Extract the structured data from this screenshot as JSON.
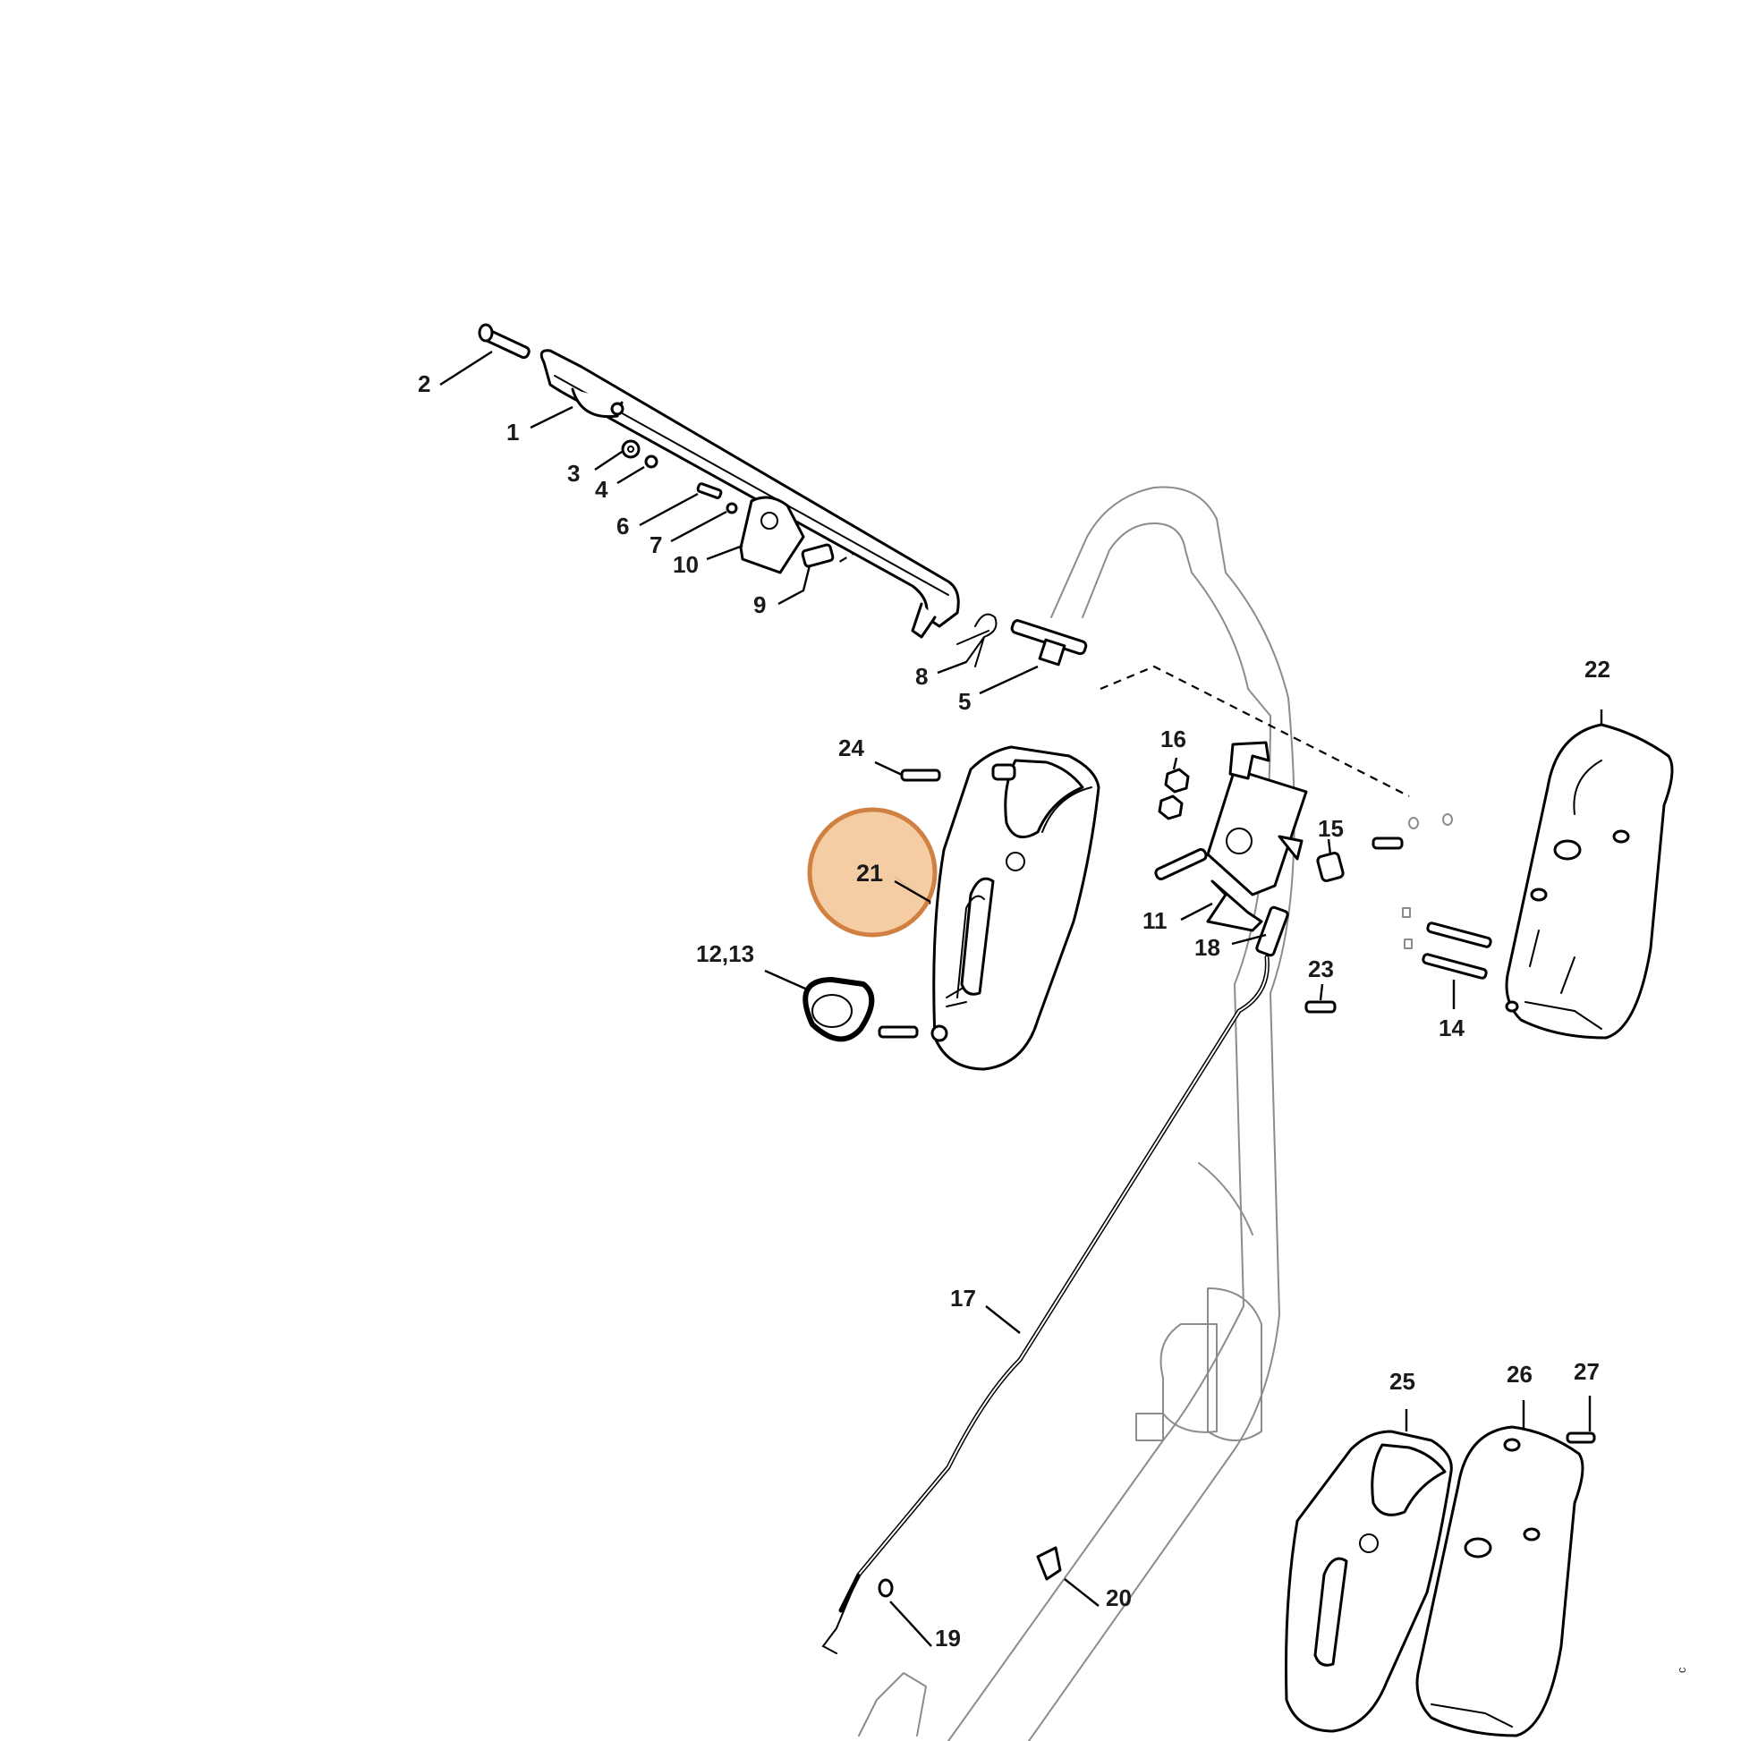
{
  "diagram": {
    "highlight": {
      "label": "21",
      "fill": "#f3caa0",
      "stroke": "#d08040"
    },
    "labels": [
      {
        "id": "1",
        "text": "1"
      },
      {
        "id": "2",
        "text": "2"
      },
      {
        "id": "3",
        "text": "3"
      },
      {
        "id": "4",
        "text": "4"
      },
      {
        "id": "5",
        "text": "5"
      },
      {
        "id": "6",
        "text": "6"
      },
      {
        "id": "7",
        "text": "7"
      },
      {
        "id": "8",
        "text": "8"
      },
      {
        "id": "9",
        "text": "9"
      },
      {
        "id": "10",
        "text": "10"
      },
      {
        "id": "11",
        "text": "11"
      },
      {
        "id": "12-13",
        "text": "12,13"
      },
      {
        "id": "14",
        "text": "14"
      },
      {
        "id": "15",
        "text": "15"
      },
      {
        "id": "16",
        "text": "16"
      },
      {
        "id": "17",
        "text": "17"
      },
      {
        "id": "18",
        "text": "18"
      },
      {
        "id": "19",
        "text": "19"
      },
      {
        "id": "20",
        "text": "20"
      },
      {
        "id": "22",
        "text": "22"
      },
      {
        "id": "23",
        "text": "23"
      },
      {
        "id": "24",
        "text": "24"
      },
      {
        "id": "25",
        "text": "25"
      },
      {
        "id": "26",
        "text": "26"
      },
      {
        "id": "27",
        "text": "27"
      }
    ],
    "edge_mark": "c"
  }
}
